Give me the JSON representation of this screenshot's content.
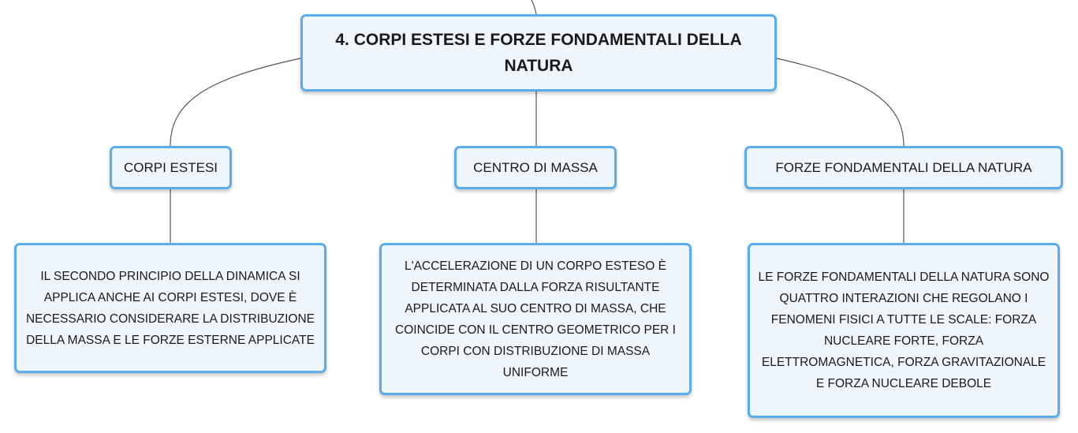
{
  "diagram": {
    "root": {
      "title": "4. CORPI ESTESI E FORZE FONDAMENTALI DELLA NATURA"
    },
    "branches": [
      {
        "label": "CORPI ESTESI",
        "detail": "IL SECONDO PRINCIPIO DELLA DINAMICA SI APPLICA ANCHE AI CORPI ESTESI, DOVE È NECESSARIO CONSIDERARE LA DISTRIBUZIONE DELLA MASSA E LE FORZE ESTERNE APPLICATE"
      },
      {
        "label": "CENTRO DI MASSA",
        "detail": "L'ACCELERAZIONE DI UN CORPO ESTESO È DETERMINATA DALLA FORZA RISULTANTE APPLICATA AL SUO CENTRO DI MASSA, CHE COINCIDE CON IL CENTRO GEOMETRICO PER I CORPI CON DISTRIBUZIONE DI MASSA UNIFORME"
      },
      {
        "label": "FORZE FONDAMENTALI DELLA NATURA",
        "detail": "LE FORZE FONDAMENTALI DELLA NATURA SONO QUATTRO INTERAZIONI CHE REGOLANO I FENOMENI FISICI A TUTTE LE SCALE: FORZA NUCLEARE FORTE, FORZA ELETTROMAGNETICA, FORZA GRAVITAZIONALE E FORZA NUCLEARE DEBOLE"
      }
    ]
  },
  "colors": {
    "node_border": "#5aacec",
    "node_fill": "#eef6fc",
    "connector": "#555555",
    "text": "#1a1a1a"
  }
}
